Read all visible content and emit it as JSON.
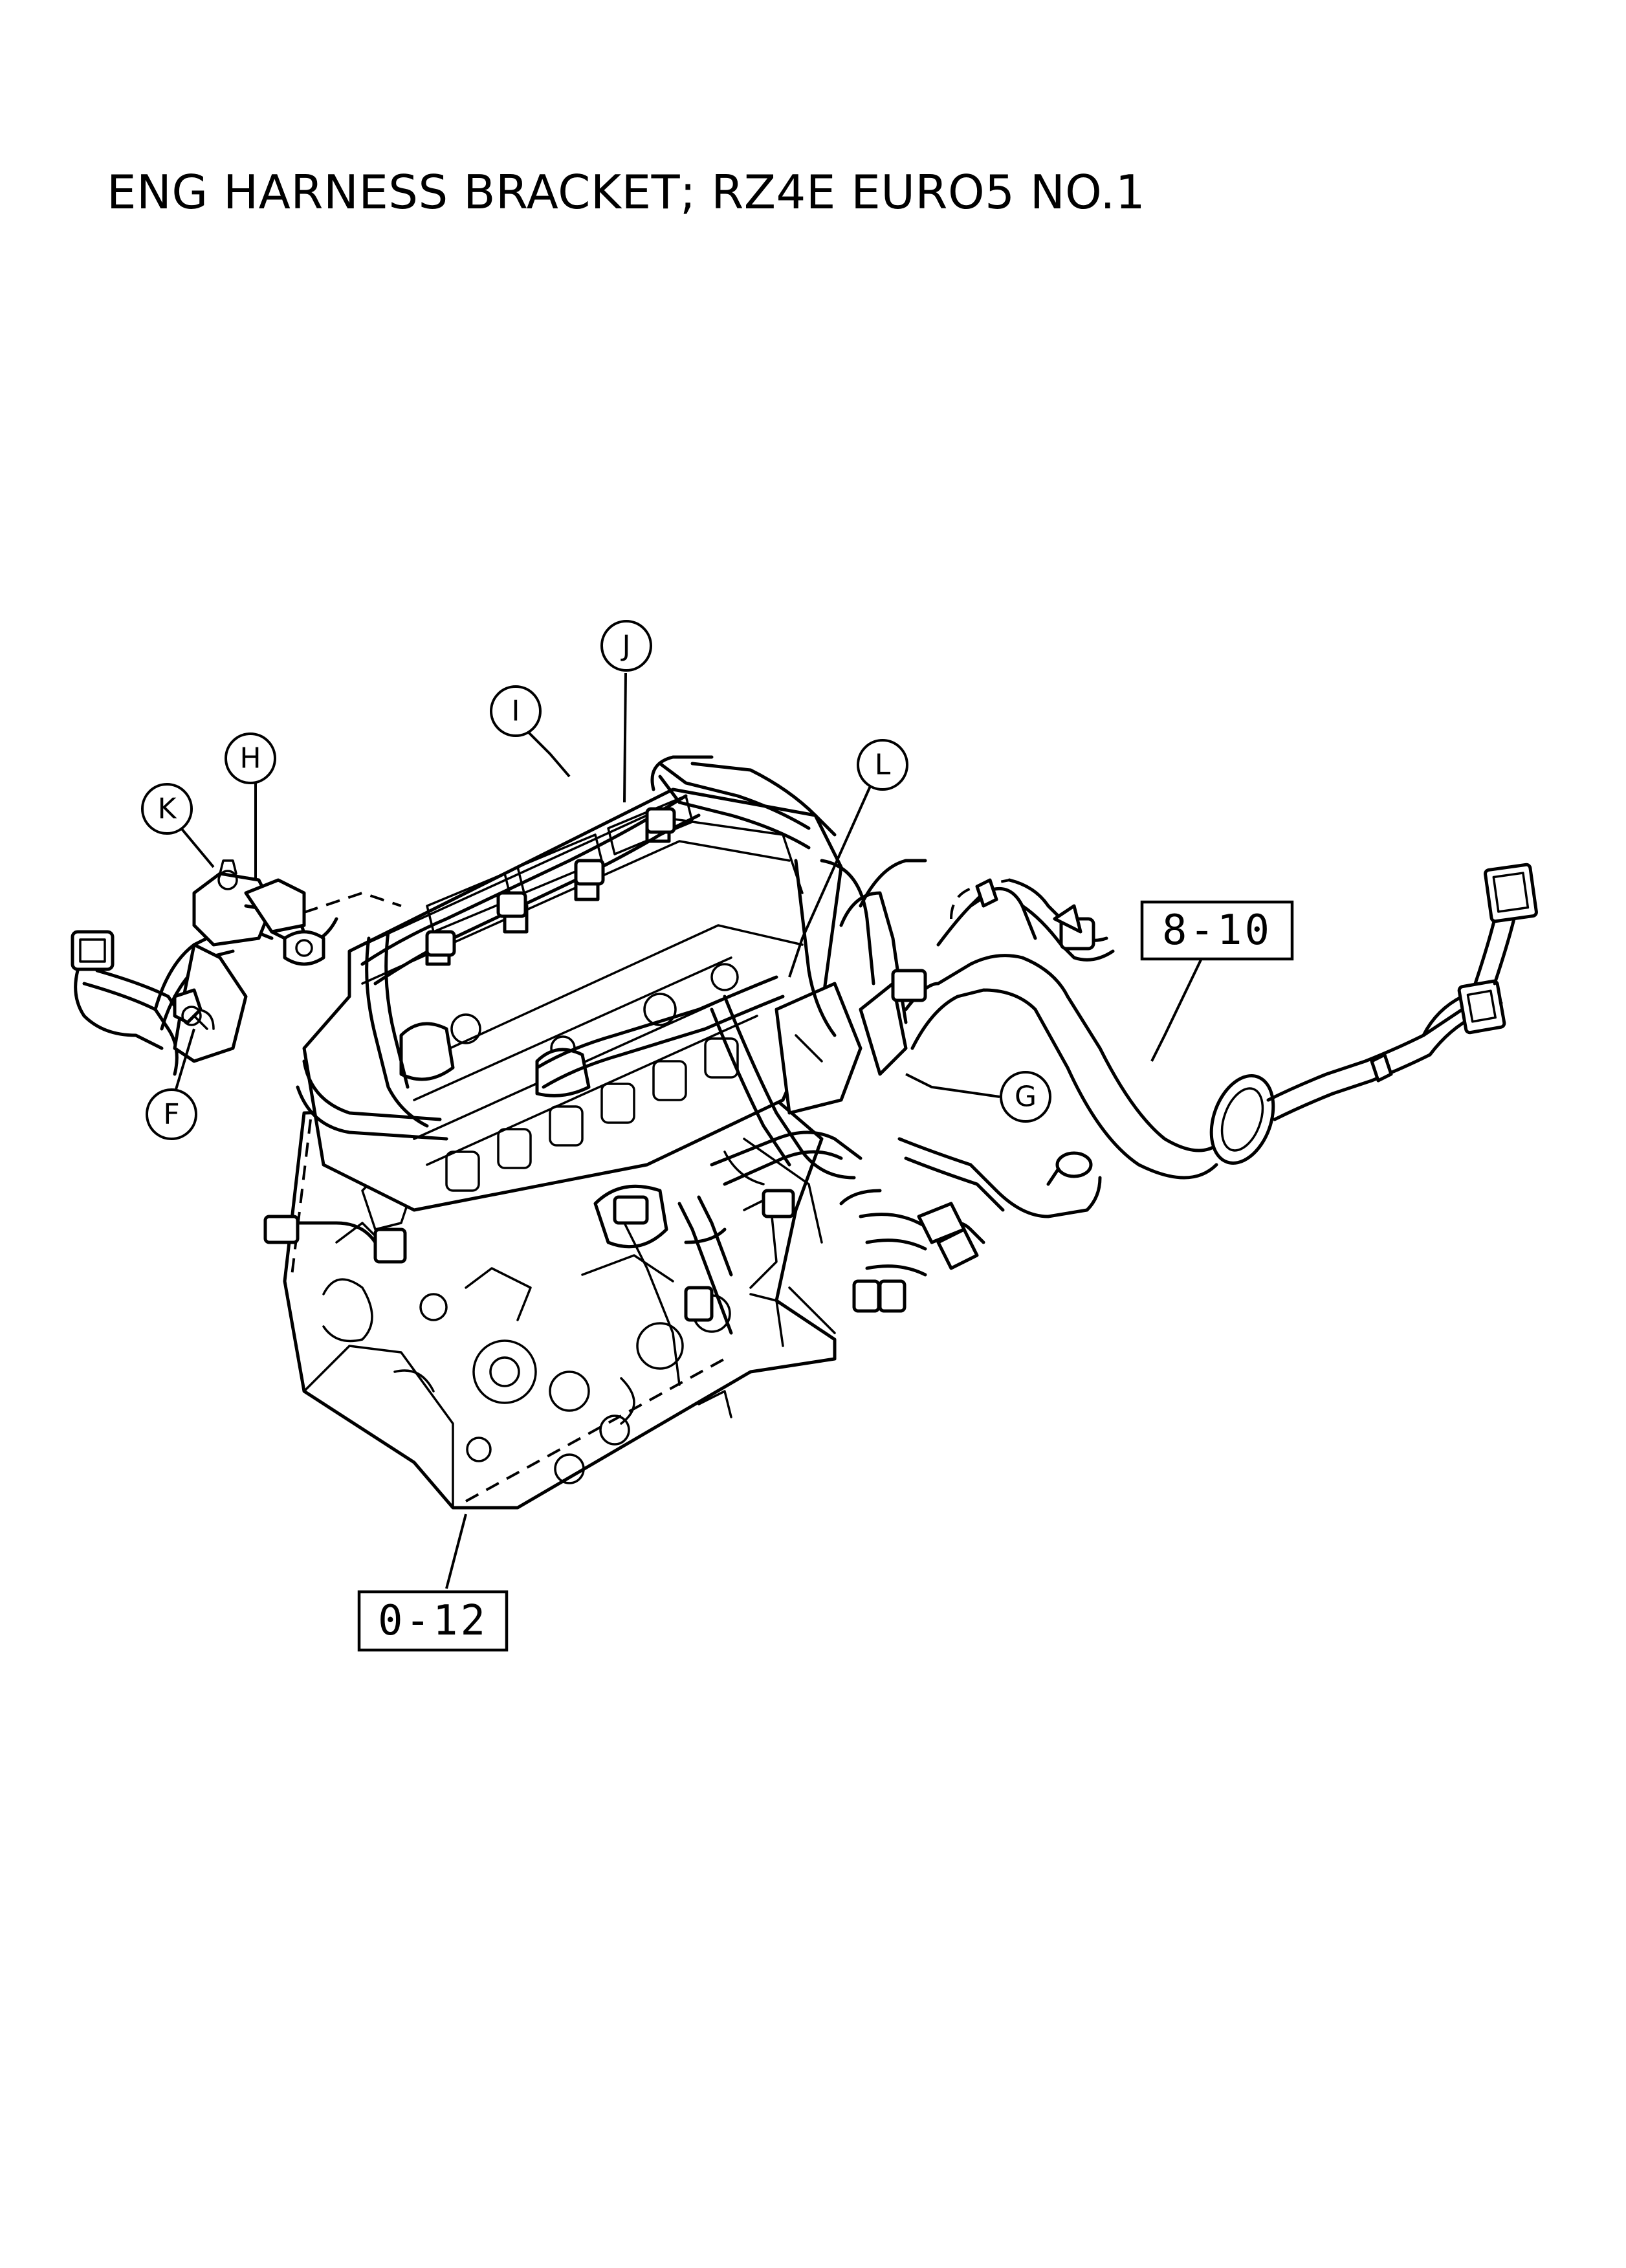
{
  "title": "ENG HARNESS BRACKET; RZ4E EURO5 NO.1",
  "callouts": {
    "F": "F",
    "G": "G",
    "H": "H",
    "I": "I",
    "J": "J",
    "K": "K",
    "L": "L"
  },
  "references": {
    "harness": "8-10",
    "engine": "0-12"
  },
  "colors": {
    "line": "#000000",
    "background": "#ffffff"
  }
}
